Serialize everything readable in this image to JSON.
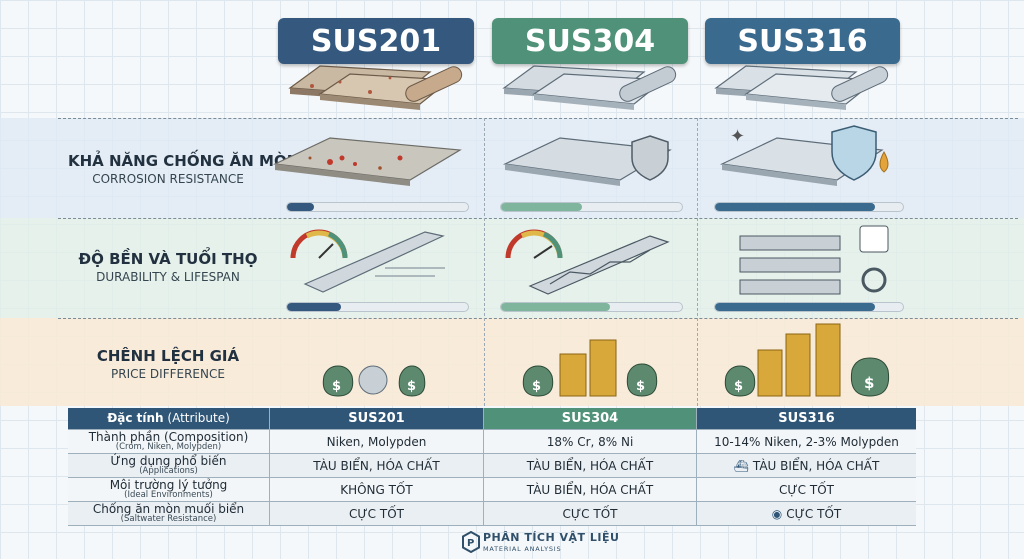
{
  "columns": [
    {
      "name": "SUS201",
      "color": "#34587e"
    },
    {
      "name": "SUS304",
      "color": "#4f9279"
    },
    {
      "name": "SUS316",
      "color": "#3a6a8e"
    }
  ],
  "rows": [
    {
      "title": "KHẢ NĂNG CHỐNG ĂN MÒN",
      "subtitle": "CORROSION RESISTANCE",
      "levels": [
        0.15,
        0.45,
        0.85
      ]
    },
    {
      "title": "ĐỘ BỀN VÀ TUỔI THỌ",
      "subtitle": "DURABILITY & LIFESPAN",
      "levels": [
        0.3,
        0.6,
        0.85
      ]
    },
    {
      "title": "CHÊNH LỆCH GIÁ",
      "subtitle": "PRICE DIFFERENCE"
    }
  ],
  "table": {
    "header": {
      "attribute": "Đặc tính",
      "attribute_en": "(Attribute)",
      "c1": "SUS201",
      "c2": "SUS304",
      "c3": "SUS316"
    },
    "rows": [
      {
        "label": "Thành phần (Composition)",
        "sub": "(Crom, Niken, Molypden)",
        "c1": "Niken, Molypden",
        "c2": "18% Cr, 8% Ni",
        "c3": "10-14% Niken, 2-3% Molypden"
      },
      {
        "label": "Ứng dụng phổ biến",
        "sub": "(Applications)",
        "c1": "TÀU BIỂN, HÓA CHẤT",
        "c2": "TÀU BIỂN, HÓA CHẤT",
        "c3": "TÀU BIỂN, HÓA CHẤT"
      },
      {
        "label": "Môi trường lý tưởng",
        "sub": "(Ideal Environments)",
        "c1": "KHÔNG TỐT",
        "c2": "TÀU BIỂN, HÓA CHẤT",
        "c3": "CỰC TỐT"
      },
      {
        "label": "Chống ăn mòn muối biển",
        "sub": "(Saltwater Resistance)",
        "c1": "CỰC TỐT",
        "c2": "CỰC TỐT",
        "c3": "CỰC TỐT"
      }
    ]
  },
  "logo": {
    "title": "PHÂN TÍCH VẬT LIỆU",
    "subtitle": "MATERIAL ANALYSIS"
  }
}
